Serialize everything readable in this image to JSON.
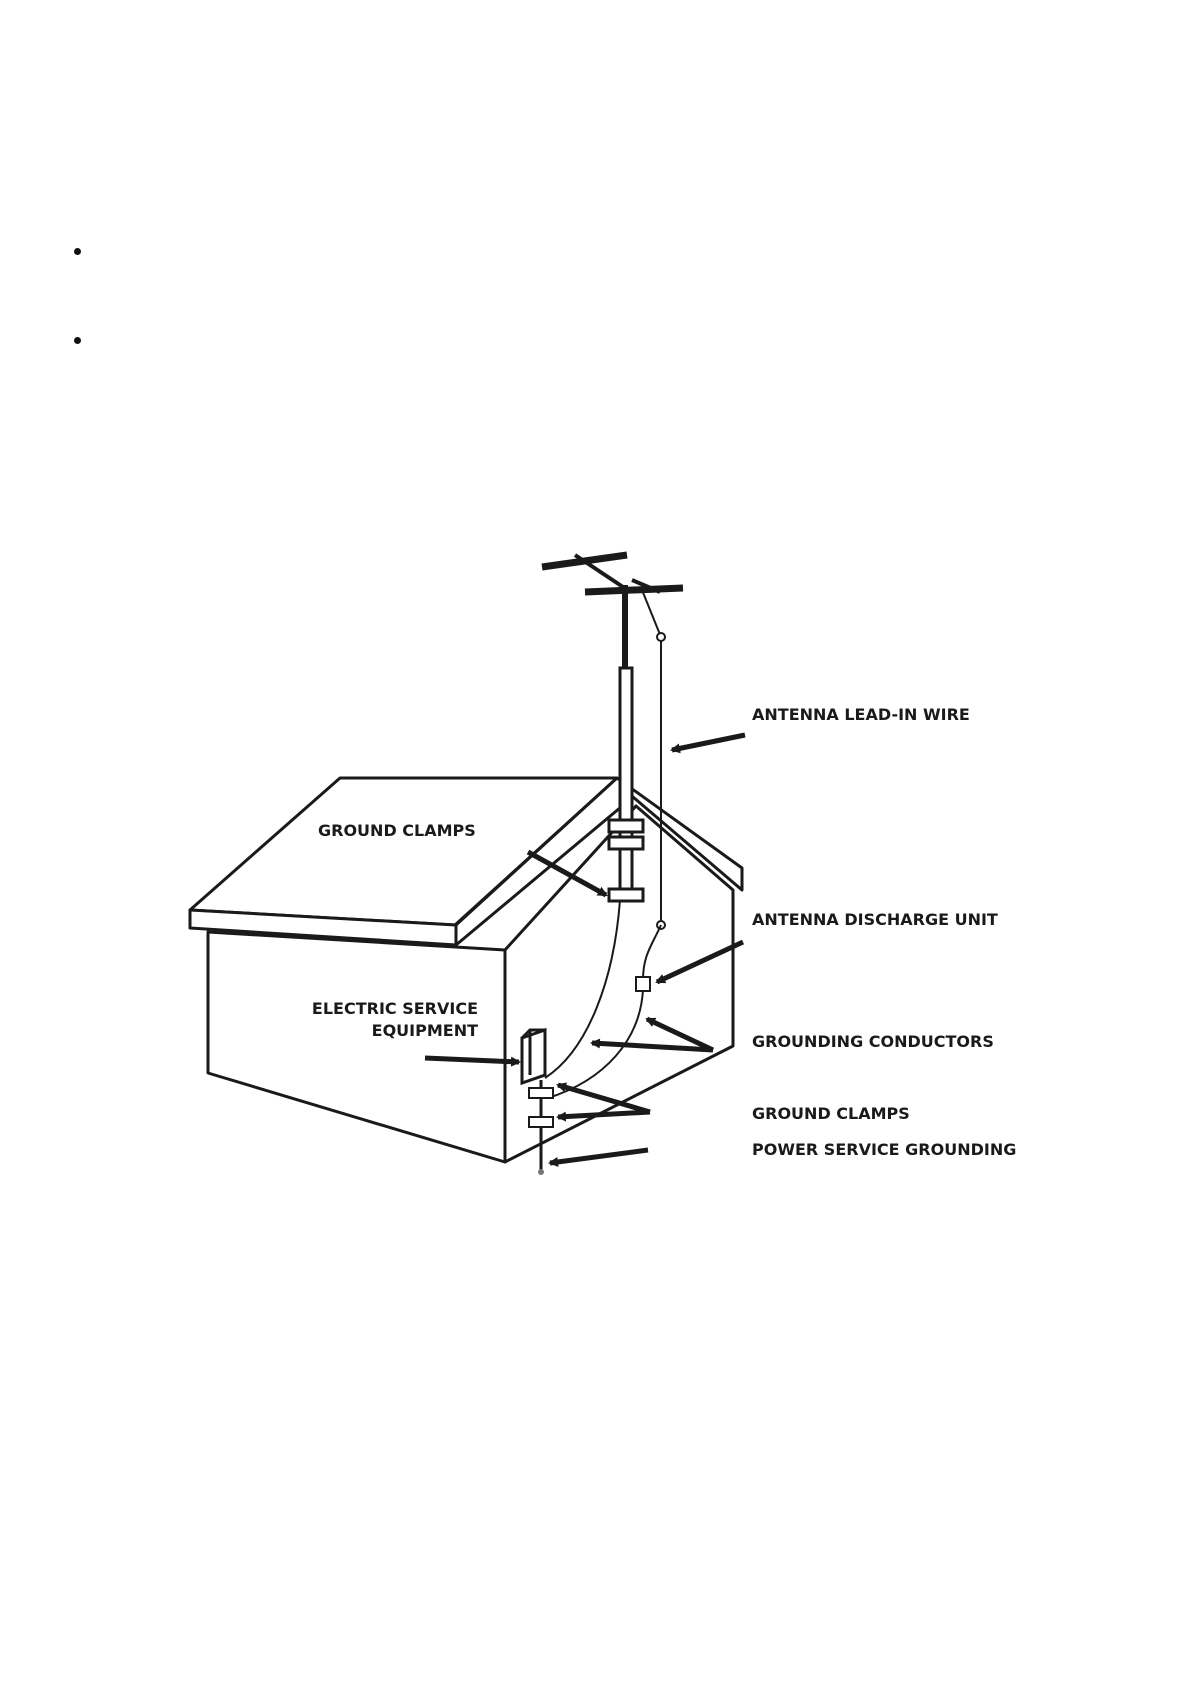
{
  "bullets": [
    "",
    ""
  ],
  "diagram": {
    "labels": {
      "antenna_lead_in_wire": "ANTENNA LEAD-IN WIRE",
      "ground_clamps_top": "GROUND CLAMPS",
      "antenna_discharge_unit": "ANTENNA DISCHARGE UNIT",
      "electric_service_line1": "ELECTRIC SERVICE",
      "electric_service_line2": "EQUIPMENT",
      "grounding_conductors": "GROUNDING CONDUCTORS",
      "ground_clamps_bottom": "GROUND CLAMPS",
      "power_service_grounding": "POWER SERVICE GROUNDING"
    },
    "colors": {
      "ink": "#1a1a1a",
      "background": "#ffffff"
    }
  }
}
